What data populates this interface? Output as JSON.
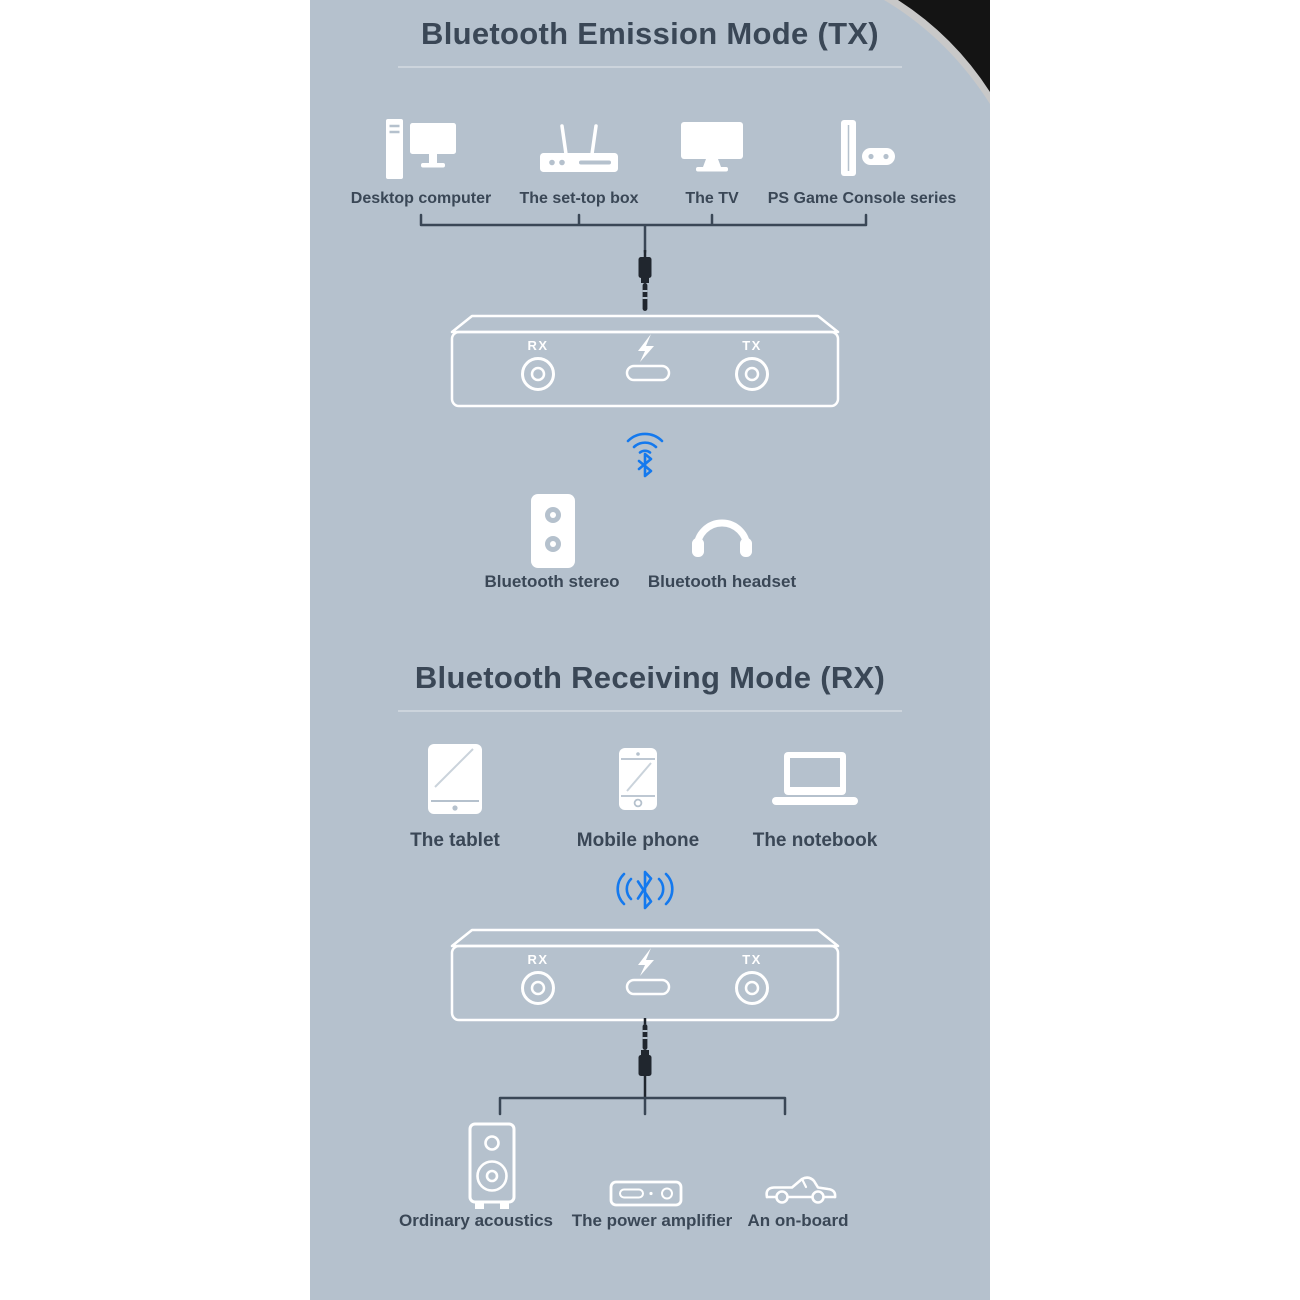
{
  "palette": {
    "panel_bg": "#b5c1cd",
    "text_color": "#3a4756",
    "rule_color": "#ccd4dc",
    "icon_color": "#ffffff",
    "accent_blue": "#1479ee",
    "line_color": "#3a4756",
    "plug_color": "#20262e",
    "corner_color": "#141414"
  },
  "tx": {
    "title": "Bluetooth Emission Mode (TX)",
    "sources": [
      {
        "label": "Desktop computer",
        "icon": "desktop-computer-icon"
      },
      {
        "label": "The set-top box",
        "icon": "set-top-box-icon"
      },
      {
        "label": "The TV",
        "icon": "tv-icon"
      },
      {
        "label": "PS Game Console series",
        "icon": "game-console-icon"
      }
    ],
    "device": {
      "rx_label": "RX",
      "tx_label": "TX"
    },
    "outputs": [
      {
        "label": "Bluetooth stereo",
        "icon": "bluetooth-speaker-icon"
      },
      {
        "label": "Bluetooth headset",
        "icon": "headset-icon"
      }
    ]
  },
  "rx": {
    "title": "Bluetooth Receiving Mode (RX)",
    "sources": [
      {
        "label": "The tablet",
        "icon": "tablet-icon"
      },
      {
        "label": "Mobile phone",
        "icon": "mobile-phone-icon"
      },
      {
        "label": "The notebook",
        "icon": "notebook-icon"
      }
    ],
    "device": {
      "rx_label": "RX",
      "tx_label": "TX"
    },
    "outputs": [
      {
        "label": "Ordinary acoustics",
        "icon": "hifi-speaker-icon"
      },
      {
        "label": "The power amplifier",
        "icon": "power-amplifier-icon"
      },
      {
        "label": "An on-board",
        "icon": "car-icon"
      }
    ]
  }
}
